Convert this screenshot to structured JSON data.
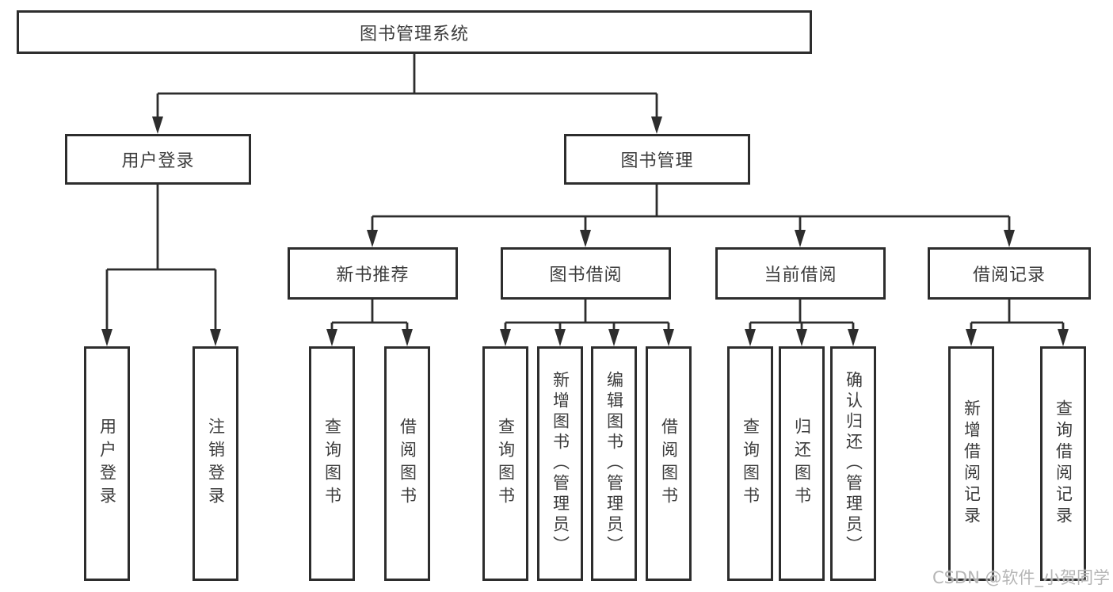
{
  "diagram": {
    "root": "图书管理系统",
    "branches": [
      {
        "label": "用户登录",
        "children": [
          "用户登录",
          "注销登录"
        ]
      },
      {
        "label": "图书管理",
        "groups": [
          {
            "label": "新书推荐",
            "children": [
              "查询图书",
              "借阅图书"
            ]
          },
          {
            "label": "图书借阅",
            "children": [
              "查询图书",
              "新增图书（管理员）",
              "编辑图书（管理员）",
              "借阅图书"
            ]
          },
          {
            "label": "当前借阅",
            "children": [
              "查询图书",
              "归还图书",
              "确认归还（管理员）"
            ]
          },
          {
            "label": "借阅记录",
            "children": [
              "新增借阅记录",
              "查询借阅记录"
            ]
          }
        ]
      }
    ]
  },
  "watermark": "CSDN @软件_小贺同学",
  "colors": {
    "line": "#2d2d2d",
    "text": "#3c3c3c",
    "background": "#ffffff",
    "watermark": "#b2b2b2"
  }
}
